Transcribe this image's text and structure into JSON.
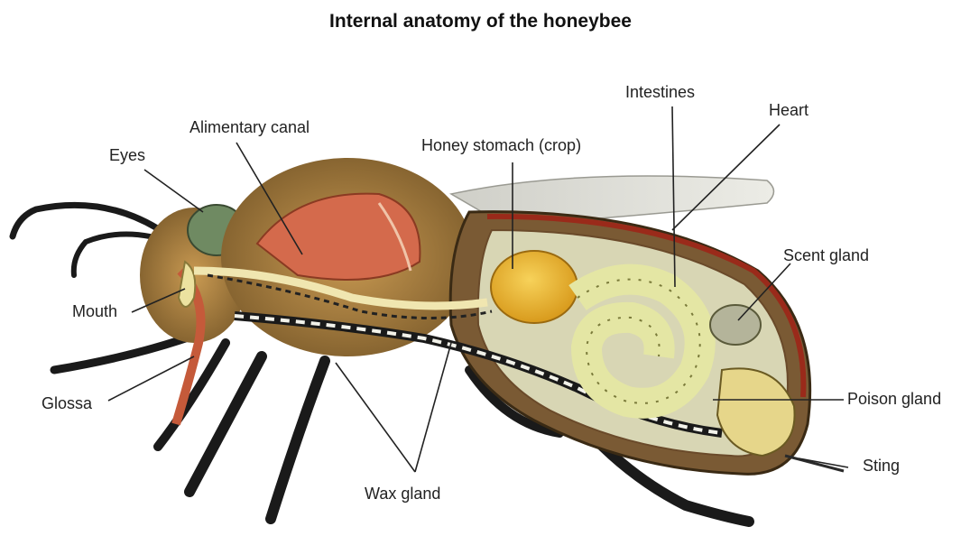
{
  "title": "Internal anatomy of the honeybee",
  "labels": {
    "eyes": "Eyes",
    "alimentary_canal": "Alimentary canal",
    "honey_stomach": "Honey stomach (crop)",
    "intestines": "Intestines",
    "heart": "Heart",
    "scent_gland": "Scent gland",
    "mouth": "Mouth",
    "glossa": "Glossa",
    "poison_gland": "Poison gland",
    "sting": "Sting",
    "wax_gland": "Wax gland"
  }
}
